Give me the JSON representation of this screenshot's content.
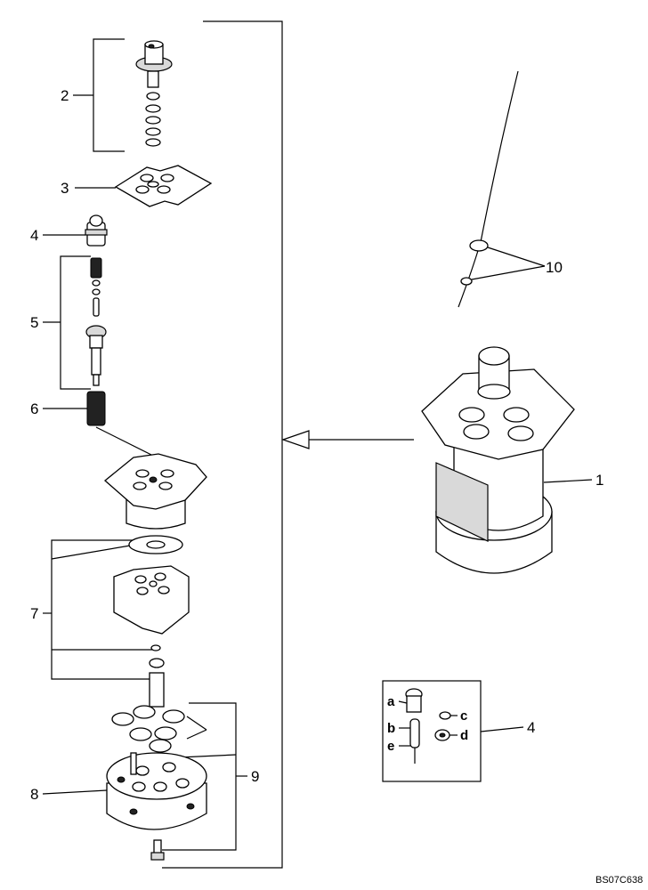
{
  "callouts": {
    "n1": "1",
    "n2": "2",
    "n3": "3",
    "n4": "4",
    "n5": "5",
    "n6": "6",
    "n7": "7",
    "n8": "8",
    "n9": "9",
    "n10": "10",
    "n4_inset": "4"
  },
  "inset": {
    "a": "a",
    "b": "b",
    "c": "c",
    "d": "d",
    "e": "e"
  },
  "drawing_code": "BS07C638"
}
